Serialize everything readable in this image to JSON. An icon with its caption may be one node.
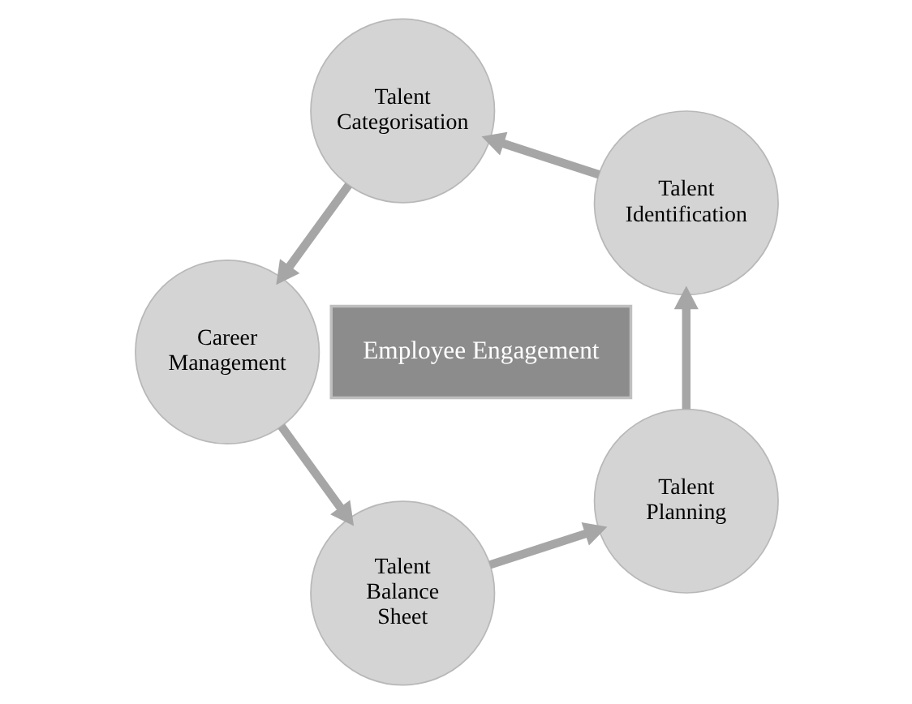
{
  "diagram": {
    "nodes": [
      {
        "text": [
          "Talent Identification"
        ]
      },
      {
        "text": [
          "Talent Categorisation"
        ]
      },
      {
        "text": [
          "Career Management"
        ]
      },
      {
        "text": [
          "Talent Balance Sheet"
        ]
      },
      {
        "text": [
          "Talent Planning"
        ]
      },
      {
        "text": [
          "Employee Engagement"
        ]
      }
    ],
    "edges": [
      {
        "from": 4,
        "to": 0,
        "arrow": "to"
      },
      {
        "from": 0,
        "to": 1,
        "arrow": "to"
      },
      {
        "from": 1,
        "to": 2,
        "arrow": "to"
      },
      {
        "from": 2,
        "to": 3,
        "arrow": "to"
      },
      {
        "from": 3,
        "to": 4,
        "arrow": "to"
      }
    ]
  }
}
